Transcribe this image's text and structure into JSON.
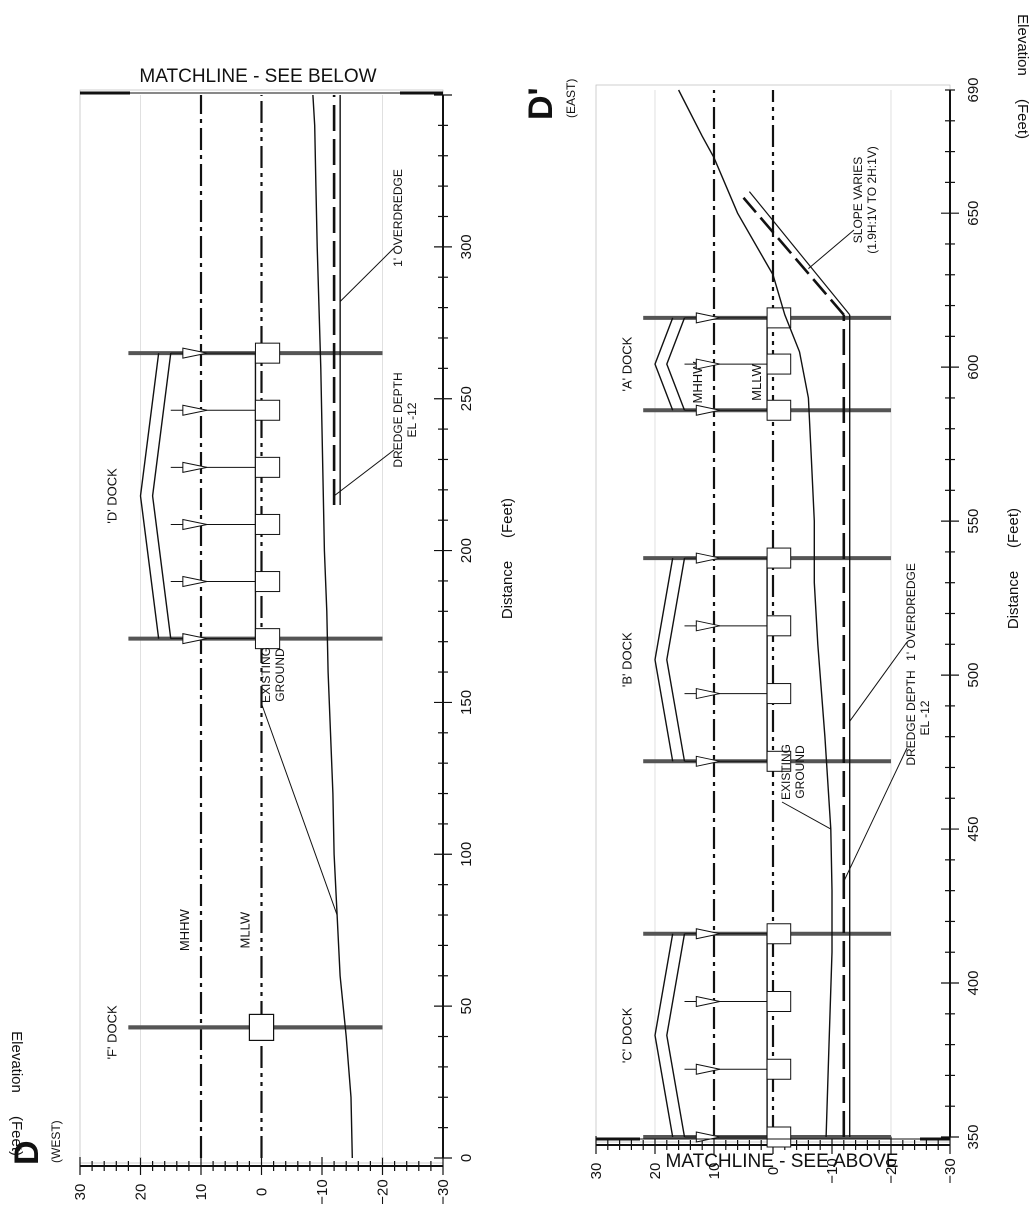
{
  "sections": [
    {
      "id": "upper",
      "mark": "D",
      "direction": "(WEST)",
      "matchline": "MATCHLINE - SEE BELOW",
      "x_title": "Distance",
      "x_unit": "(Feet)",
      "y_title": "Elevation",
      "y_unit": "(Feet)",
      "x_range": [
        0,
        350
      ],
      "x_ticks": [
        "0",
        "50",
        "100",
        "150",
        "200",
        "250",
        "300"
      ],
      "y_range": [
        -30,
        30
      ],
      "y_ticks": [
        "30",
        "20",
        "10",
        "0",
        "−10",
        "−20",
        "−30"
      ],
      "lines": {
        "mhhw_label": "MHHW",
        "mhhw_elev": 10,
        "mllw_label": "MLLW",
        "mllw_elev": 0
      },
      "docks": [
        {
          "label": "'F' DOCK",
          "start": 43,
          "end": 43
        },
        {
          "label": "'D' DOCK",
          "start": 171,
          "end": 265
        }
      ],
      "dredge": {
        "elev": -12,
        "overdredge_elev": -13,
        "from": 215,
        "to": 350
      },
      "annotations": [
        {
          "lines": [
            "EXISTING",
            "GROUND"
          ]
        },
        {
          "lines": [
            "DREDGE DEPTH",
            "EL -12"
          ]
        },
        {
          "lines": [
            "1' OVERDREDGE"
          ]
        }
      ],
      "existing_ground": [
        [
          0,
          -15
        ],
        [
          20,
          -14.8
        ],
        [
          40,
          -14
        ],
        [
          60,
          -13
        ],
        [
          80,
          -12.5
        ],
        [
          100,
          -12
        ],
        [
          120,
          -11.8
        ],
        [
          140,
          -11.4
        ],
        [
          160,
          -11
        ],
        [
          180,
          -10.8
        ],
        [
          200,
          -10.4
        ],
        [
          220,
          -10.2
        ],
        [
          240,
          -10
        ],
        [
          260,
          -9.8
        ],
        [
          280,
          -9.5
        ],
        [
          300,
          -9.2
        ],
        [
          320,
          -9
        ],
        [
          340,
          -8.8
        ],
        [
          350,
          -8.5
        ]
      ]
    },
    {
      "id": "lower",
      "mark": "D'",
      "direction": "(EAST)",
      "matchline": "MATCHLINE - SEE ABOVE",
      "x_title": "Distance",
      "x_unit": "(Feet)",
      "y_title": "Elevation",
      "y_unit": "(Feet)",
      "x_range": [
        350,
        690
      ],
      "x_ticks": [
        "350",
        "400",
        "450",
        "500",
        "550",
        "600",
        "650",
        "690"
      ],
      "y_range": [
        -30,
        30
      ],
      "y_ticks": [
        "30",
        "20",
        "10",
        "0",
        "−10",
        "−20",
        "−30"
      ],
      "lines": {
        "mhhw_label": "MHHW",
        "mhhw_elev": 10,
        "mllw_label": "MLLW",
        "mllw_elev": 0
      },
      "docks": [
        {
          "label": "'C' DOCK",
          "start": 350,
          "end": 416
        },
        {
          "label": "'B' DOCK",
          "start": 472,
          "end": 538
        },
        {
          "label": "'A' DOCK",
          "start": 586,
          "end": 616
        }
      ],
      "dredge": {
        "elev": -12,
        "overdredge_elev": -13,
        "from": 350,
        "to": 617
      },
      "slope": {
        "toe_x": 617,
        "top_x": 655,
        "top_elev": 5
      },
      "annotations": [
        {
          "lines": [
            "EXISTING",
            "GROUND"
          ]
        },
        {
          "lines": [
            "DREDGE DEPTH",
            "EL -12"
          ]
        },
        {
          "lines": [
            "1' OVERDREDGE"
          ]
        },
        {
          "lines": [
            "SLOPE VARIES",
            "(1.9H:1V TO 2H:1V)"
          ]
        }
      ],
      "existing_ground": [
        [
          350,
          -9
        ],
        [
          380,
          -9.5
        ],
        [
          410,
          -10
        ],
        [
          430,
          -10
        ],
        [
          450,
          -9.8
        ],
        [
          480,
          -8.8
        ],
        [
          510,
          -7.6
        ],
        [
          530,
          -7
        ],
        [
          550,
          -7
        ],
        [
          570,
          -6.5
        ],
        [
          590,
          -6
        ],
        [
          605,
          -4.5
        ],
        [
          617,
          -2
        ],
        [
          630,
          0
        ],
        [
          650,
          6
        ],
        [
          668,
          10
        ],
        [
          675,
          12
        ],
        [
          690,
          16
        ]
      ]
    }
  ]
}
